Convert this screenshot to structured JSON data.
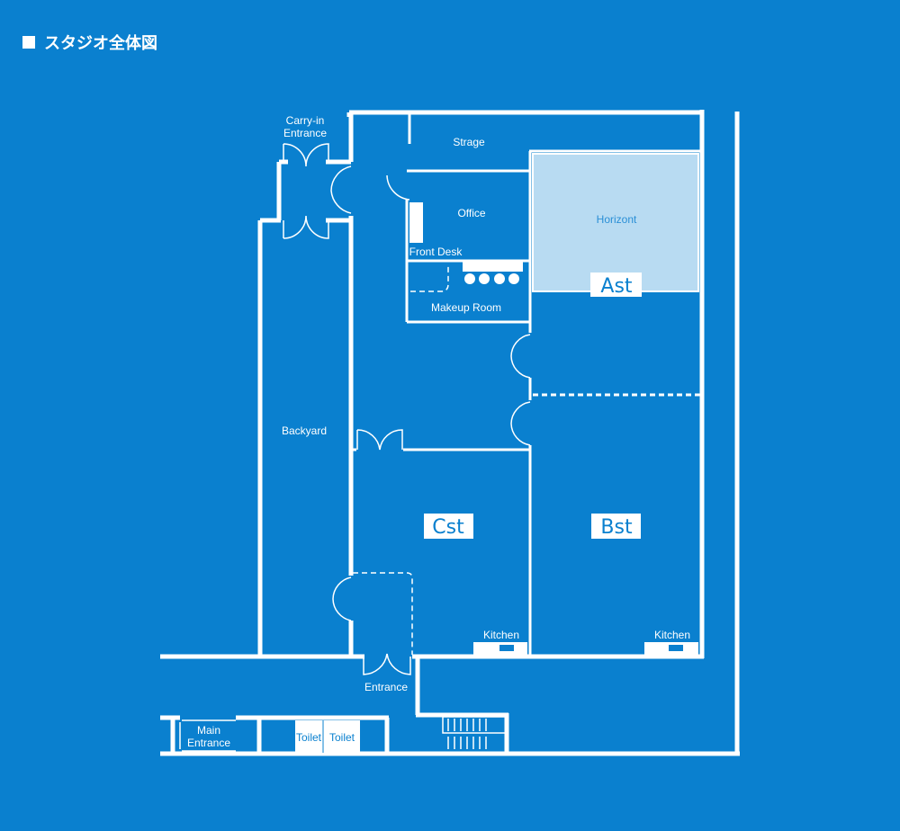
{
  "title": "スタジオ全体図",
  "colors": {
    "background": "#0a80cf",
    "wall": "#ffffff",
    "horizont": "#b8dbf2"
  },
  "rooms": {
    "carry_in": "Carry-in Entrance",
    "carry_in_1": "Carry-in",
    "carry_in_2": "Entrance",
    "strage": "Strage",
    "office": "Office",
    "front_desk": "Front Desk",
    "makeup_room": "Makeup Room",
    "horizont": "Horizont",
    "ast": "Ast",
    "bst": "Bst",
    "cst": "Cst",
    "backyard": "Backyard",
    "kitchen_c": "Kitchen",
    "kitchen_b": "Kitchen",
    "entrance": "Entrance",
    "main_entrance_1": "Main",
    "main_entrance_2": "Entrance",
    "toilet_1": "Toilet",
    "toilet_2": "Toilet"
  }
}
